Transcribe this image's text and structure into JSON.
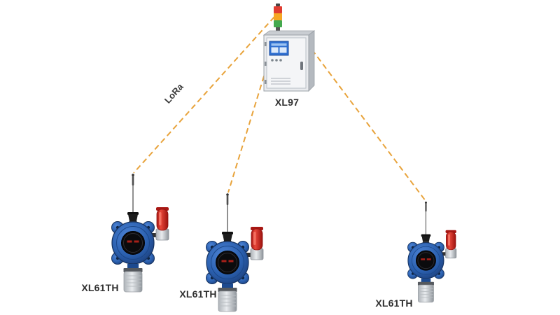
{
  "palette": {
    "background": "#ffffff",
    "link_dash": "#e8a33b",
    "detector_body_blue": "#2a5fae",
    "beacon_red": "#d8352a",
    "tower_red": "#e03c31",
    "tower_amber": "#f6a623",
    "tower_green": "#43a94e",
    "label_text": "#2f2f2f"
  },
  "links": {
    "protocol_label": "LoRa"
  },
  "controller": {
    "label": "XL97"
  },
  "detectors": [
    {
      "label": "XL61TH"
    },
    {
      "label": "XL61TH"
    },
    {
      "label": "XL61TH"
    }
  ]
}
